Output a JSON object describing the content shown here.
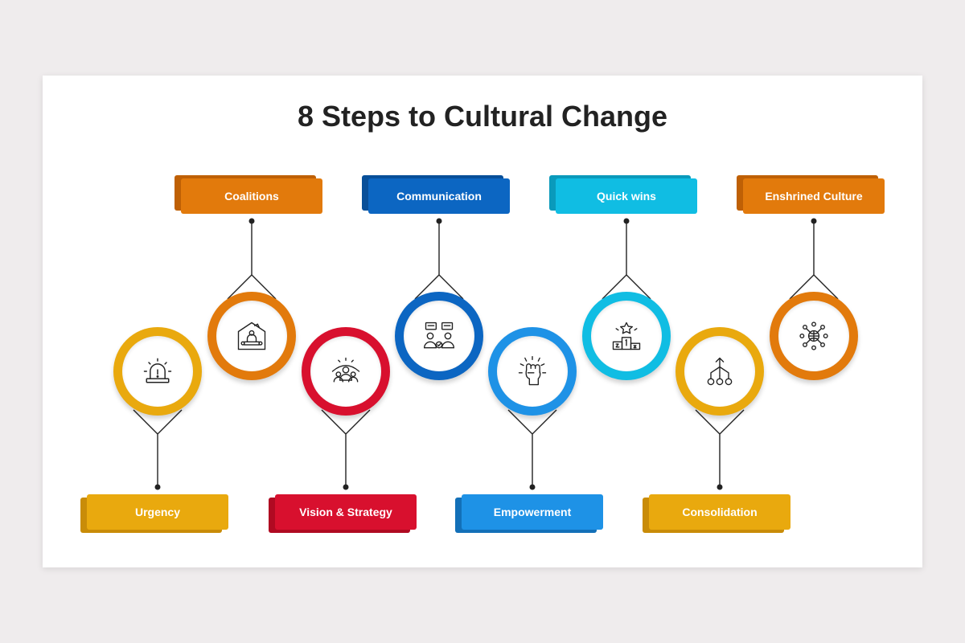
{
  "title": "8 Steps to Cultural Change",
  "steps": [
    {
      "label": "Urgency",
      "color": "#e9a90e",
      "shade": "#c98c08",
      "icon": "alarm-siren-icon"
    },
    {
      "label": "Coalitions",
      "color": "#e27a0c",
      "shade": "#bf6005",
      "icon": "team-meeting-icon"
    },
    {
      "label": "Vision & Strategy",
      "color": "#d8102e",
      "shade": "#b00a22",
      "icon": "vision-group-icon"
    },
    {
      "label": "Communication",
      "color": "#0c66c2",
      "shade": "#084f99",
      "icon": "conversation-icon"
    },
    {
      "label": "Empowerment",
      "color": "#1e92e6",
      "shade": "#1370b8",
      "icon": "raised-fist-icon"
    },
    {
      "label": "Quick wins",
      "color": "#10bde3",
      "shade": "#0a9abb",
      "icon": "podium-star-icon"
    },
    {
      "label": "Consolidation",
      "color": "#e9a90e",
      "shade": "#c98c08",
      "icon": "hierarchy-arrow-icon"
    },
    {
      "label": "Enshrined Culture",
      "color": "#e27a0c",
      "shade": "#bf6005",
      "icon": "global-people-icon"
    }
  ]
}
